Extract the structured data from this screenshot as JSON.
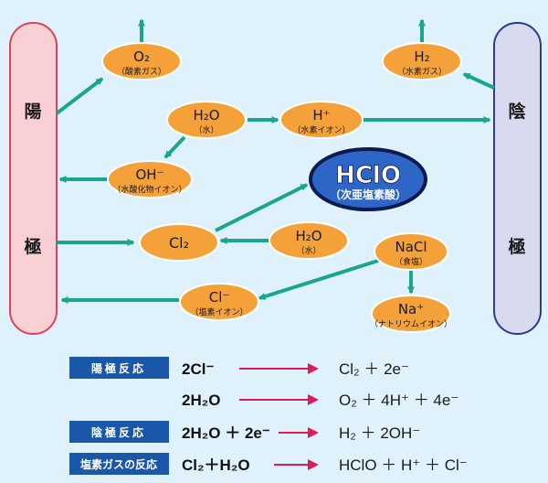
{
  "colors": {
    "background": "#dff2fb",
    "anode_fill": "#f9d0d4",
    "anode_stroke": "#d9445a",
    "cathode_fill": "#d8daf0",
    "cathode_stroke": "#2c3a8f",
    "bubble_fill": "#f5a13a",
    "bubble_stroke": "#ffffff",
    "arrow": "#1aa68e",
    "reaction_arrow": "#e0195a",
    "tag_bg": "#1b57a8"
  },
  "electrodes": {
    "anode": {
      "char1": "陽",
      "char2": "極"
    },
    "cathode": {
      "char1": "陰",
      "char2": "極"
    }
  },
  "bubbles": {
    "o2": {
      "formula": "O₂",
      "sub": "（酸素ガス）"
    },
    "h2": {
      "formula": "H₂",
      "sub": "（水素ガス）"
    },
    "h2o_top": {
      "formula": "H₂O",
      "sub": "（水）"
    },
    "hplus": {
      "formula": "H⁺",
      "sub": "（水素イオン）"
    },
    "ohminus": {
      "formula": "OH⁻",
      "sub": "（水酸化物イオン）"
    },
    "cl2": {
      "formula": "Cl₂"
    },
    "h2o_mid": {
      "formula": "H₂O",
      "sub": "（水）"
    },
    "nacl": {
      "formula": "NaCl",
      "sub": "（食塩）"
    },
    "clminus": {
      "formula": "Cl⁻",
      "sub": "（塩素イオン）"
    },
    "naplus": {
      "formula": "Na⁺",
      "sub": "（ナトリウムイオン）"
    }
  },
  "hclo": {
    "formula": "HClO",
    "sub": "（次亜塩素酸）"
  },
  "reactions": [
    {
      "tag": "陽極反応",
      "left": "2Cl⁻",
      "right": "Cl₂ ＋ 2e⁻"
    },
    {
      "tag": "",
      "left": "2H₂O",
      "right": "O₂ ＋ 4H⁺ ＋ 4e⁻"
    },
    {
      "tag": "陰極反応",
      "left": "2H₂O ＋ 2e⁻",
      "right": "H₂ ＋ 2OH⁻"
    },
    {
      "tag": "塩素ガスの反応",
      "left": "Cl₂＋H₂O",
      "right": "HClO ＋ H⁺ ＋ Cl⁻"
    }
  ]
}
